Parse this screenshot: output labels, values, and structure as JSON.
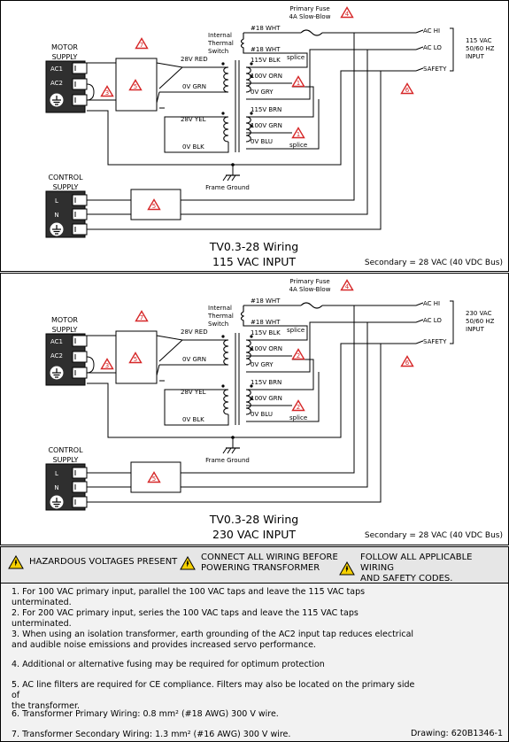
{
  "panels": [
    {
      "title_line1": "TV0.3-28 Wiring",
      "title_line2": "115 VAC INPUT",
      "secondary": "Secondary = 28 VAC (40 VDC Bus)",
      "input_label": [
        "115 VAC",
        "50/60 HZ",
        "INPUT"
      ],
      "fuse_label": [
        "Primary Fuse",
        "4A Slow-Blow"
      ],
      "fuse_note": "4",
      "thermal_label": [
        "Internal",
        "Thermal",
        "Switch"
      ],
      "wire_top": "#18 WHT",
      "wire_second": "#18 WHT",
      "terminals": [
        "AC HI",
        "AC LO",
        "SAFETY"
      ],
      "motor_label": [
        "MOTOR",
        "SUPPLY"
      ],
      "motor_pins": [
        "AC1",
        "AC2"
      ],
      "control_label": [
        "CONTROL",
        "SUPPLY"
      ],
      "control_pins": [
        "L",
        "N"
      ],
      "sec_labels": [
        "28V RED",
        "0V GRN",
        "28V YEL",
        "0V BLK"
      ],
      "pri_labels": [
        "115V BLK",
        "100V ORN",
        "0V GRY",
        "115V BRN",
        "100V GRN",
        "0V BLU"
      ],
      "splices": [
        "splice",
        "splice"
      ],
      "frame_ground": "Frame Ground",
      "note_markers": {
        "motor": "7",
        "ac2": "3",
        "filter1": "5",
        "filter2": "5",
        "terminals": "6",
        "tap1": "1",
        "tap2": "1"
      }
    },
    {
      "title_line1": "TV0.3-28 Wiring",
      "title_line2": "230 VAC INPUT",
      "secondary": "Secondary = 28 VAC (40 VDC Bus)",
      "input_label": [
        "230 VAC",
        "50/60 HZ",
        "INPUT"
      ],
      "fuse_label": [
        "Primary Fuse",
        "4A Slow-Blow"
      ],
      "fuse_note": "4",
      "thermal_label": [
        "Internal",
        "Thermal",
        "Switch"
      ],
      "wire_top": "#18 WHT",
      "wire_second": "#18 WHT",
      "terminals": [
        "AC HI",
        "AC LO",
        "SAFETY"
      ],
      "motor_label": [
        "MOTOR",
        "SUPPLY"
      ],
      "motor_pins": [
        "AC1",
        "AC2"
      ],
      "control_label": [
        "CONTROL",
        "SUPPLY"
      ],
      "control_pins": [
        "L",
        "N"
      ],
      "sec_labels": [
        "28V RED",
        "0V GRN",
        "28V YEL",
        "0V BLK"
      ],
      "pri_labels": [
        "115V BLK",
        "100V ORN",
        "0V GRY",
        "115V BRN",
        "100V GRN",
        "0V BLU"
      ],
      "splices": [
        "splice",
        "splice"
      ],
      "frame_ground": "Frame Ground",
      "note_markers": {
        "motor": "7",
        "ac2": "3",
        "filter1": "5",
        "filter2": "5",
        "terminals": "6",
        "tap1": "2",
        "tap2": "2"
      }
    }
  ],
  "warnings": [
    {
      "line1": "HAZARDOUS VOLTAGES PRESENT",
      "line2": ""
    },
    {
      "line1": "CONNECT ALL WIRING BEFORE",
      "line2": "POWERING TRANSFORMER"
    },
    {
      "line1": "FOLLOW ALL APPLICABLE WIRING",
      "line2": "AND SAFETY CODES."
    }
  ],
  "notes": [
    {
      "line1": "1. For 100 VAC primary input, parallel the 100 VAC taps and leave the 115 VAC taps unterminated.",
      "line2": ""
    },
    {
      "line1": "2. For 200 VAC primary input, series the 100 VAC taps and leave the 115 VAC taps unterminated.",
      "line2": ""
    },
    {
      "line1": "3. When using an isolation transformer, earth grounding of the AC2 input tap reduces electrical",
      "line2": "and audible noise emissions and provides increased servo performance."
    },
    {
      "line1": "4. Additional or alternative fusing may be required for optimum protection",
      "line2": ""
    },
    {
      "line1": "5. AC line filters are required for CE compliance. Filters may also be located on the primary side of",
      "line2": "the transformer."
    },
    {
      "line1": "6. Transformer Primary Wiring: 0.8 mm² (#18 AWG) 300 V wire.",
      "line2": ""
    },
    {
      "line1": "7. Transformer Secondary Wiring: 1.3 mm² (#16 AWG) 300 V wire.",
      "line2": ""
    }
  ],
  "drawing_number": "Drawing: 620B1346-1",
  "colors": {
    "warning_red": "#d62728",
    "caution_yellow": "#f5d000"
  }
}
